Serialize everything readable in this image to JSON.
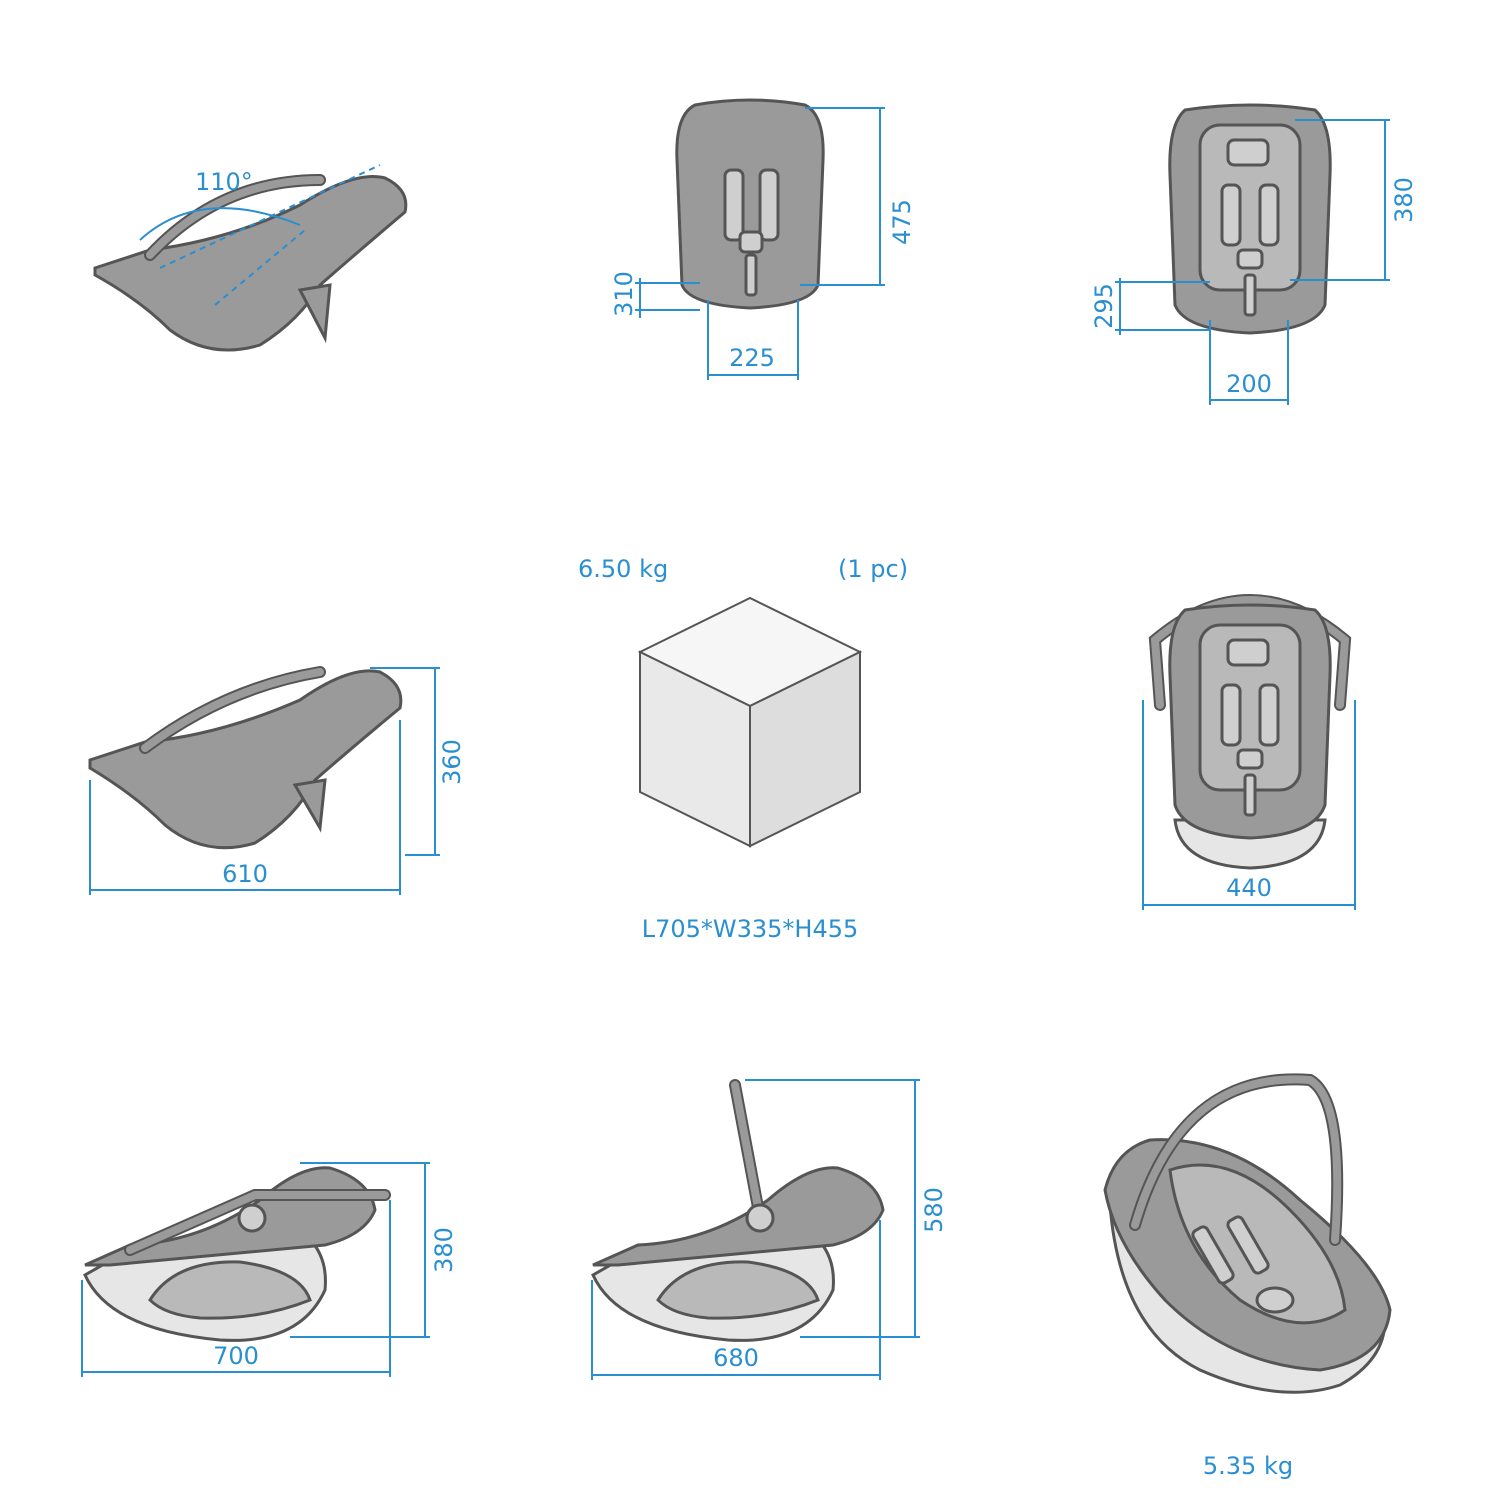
{
  "colors": {
    "dimension": "#2a8fd0",
    "seat": "#9a9a9a",
    "outline": "#555555"
  },
  "views": {
    "recline": {
      "angle": "110°"
    },
    "front": {
      "height": "475",
      "side": "310",
      "width": "225"
    },
    "front_insert": {
      "height": "380",
      "side": "295",
      "width": "200"
    },
    "side_recline": {
      "height": "360",
      "length": "610"
    },
    "box": {
      "weight": "6.50 kg",
      "count": "(1 pc)",
      "size": "L705*W335*H455"
    },
    "front_handle": {
      "width": "440"
    },
    "side_low": {
      "height": "380",
      "length": "700"
    },
    "side_carry": {
      "height": "580",
      "length": "680"
    },
    "perspective": {
      "weight": "5.35 kg"
    }
  }
}
